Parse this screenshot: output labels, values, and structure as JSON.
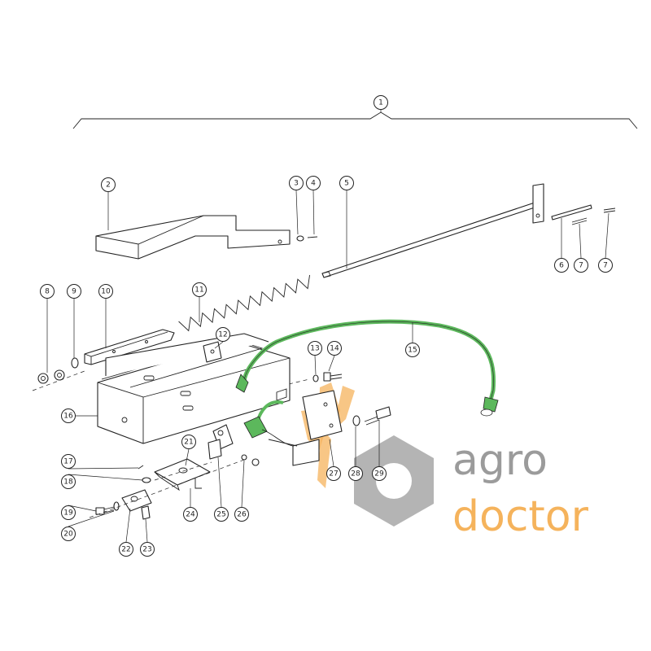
{
  "callouts": [
    {
      "id": "c1",
      "label": "1"
    },
    {
      "id": "c2",
      "label": "2"
    },
    {
      "id": "c3",
      "label": "3"
    },
    {
      "id": "c4",
      "label": "4"
    },
    {
      "id": "c5",
      "label": "5"
    },
    {
      "id": "c6",
      "label": "6"
    },
    {
      "id": "c7a",
      "label": "7"
    },
    {
      "id": "c7b",
      "label": "7"
    },
    {
      "id": "c8",
      "label": "8"
    },
    {
      "id": "c9",
      "label": "9"
    },
    {
      "id": "c10",
      "label": "10"
    },
    {
      "id": "c11",
      "label": "11"
    },
    {
      "id": "c12",
      "label": "12"
    },
    {
      "id": "c13",
      "label": "13"
    },
    {
      "id": "c14",
      "label": "14"
    },
    {
      "id": "c15",
      "label": "15"
    },
    {
      "id": "c16",
      "label": "16"
    },
    {
      "id": "c17",
      "label": "17"
    },
    {
      "id": "c18",
      "label": "18"
    },
    {
      "id": "c19",
      "label": "19"
    },
    {
      "id": "c20",
      "label": "20"
    },
    {
      "id": "c21",
      "label": "21"
    },
    {
      "id": "c22",
      "label": "22"
    },
    {
      "id": "c23",
      "label": "23"
    },
    {
      "id": "c24",
      "label": "24"
    },
    {
      "id": "c25",
      "label": "25"
    },
    {
      "id": "c26",
      "label": "26"
    },
    {
      "id": "c27",
      "label": "27"
    },
    {
      "id": "c28",
      "label": "28"
    },
    {
      "id": "c29",
      "label": "29"
    }
  ],
  "highlight_callout": "15",
  "colors": {
    "highlight": "#1f8f86",
    "cable": "#5cb85c",
    "watermark_gray": "#8a8a8a",
    "watermark_orange": "#f4a640"
  },
  "watermark": {
    "word1": "agro",
    "word2": "doctor"
  }
}
